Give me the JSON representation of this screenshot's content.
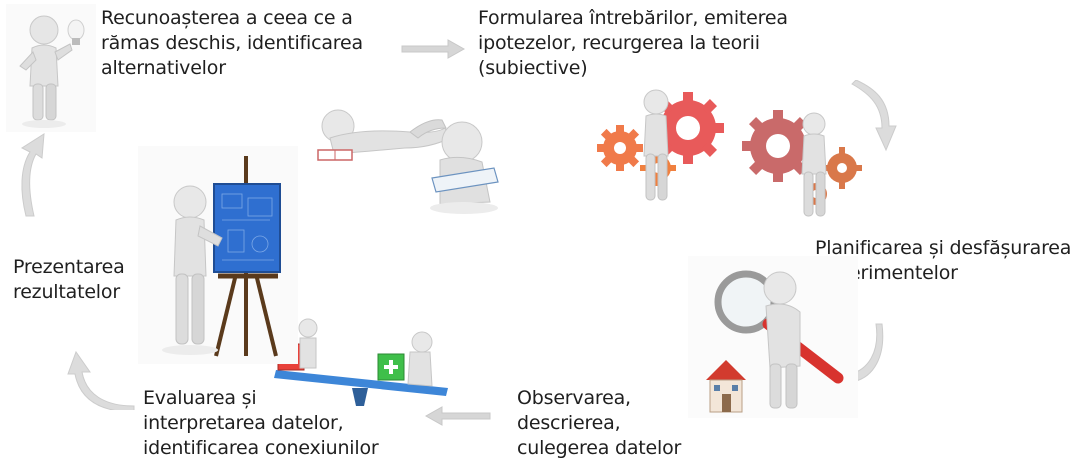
{
  "steps": {
    "recognize": "Recunoașterea a ceea ce a\nrămas deschis, identificarea\nalternativelor",
    "questions": "Formularea întrebărilor, emiterea\nipotezelor, recurgerea la teorii\n(subiective)",
    "planning": "Planificarea și desfășurarea\nexperimentelor",
    "observation": "Observarea,\ndescrierea,\nculegerea datelor",
    "evaluation": "Evaluarea și\ninterpretarea datelor,\nidentificarea conexiunilor",
    "presentation": "Prezentarea\nrezultatelor"
  },
  "colors": {
    "figure": "#e6e6e6",
    "figure_shade": "#bdbdbd",
    "arrow": "#d4d4d4",
    "gear_red": "#e85a5a",
    "gear_orange": "#f07a4a",
    "board_blue": "#2f6fd0",
    "easel_wood": "#5a3a1c",
    "seesaw_blue": "#3d86d8",
    "cube_red": "#e8413a",
    "cube_green": "#3fbf4a",
    "magnifier_red": "#d8332e",
    "house_red": "#d23b2e"
  },
  "icons": {
    "idea_figure": "figure-lightbulb-icon",
    "reading_figures": "figures-reading-icon",
    "gears_figure": "figure-gears-icon",
    "gears_pair": "gears-pair-icon",
    "magnifier_figure": "figure-magnifier-icon",
    "seesaw_figures": "figures-seesaw-icon",
    "easel_figure": "figure-easel-icon"
  }
}
